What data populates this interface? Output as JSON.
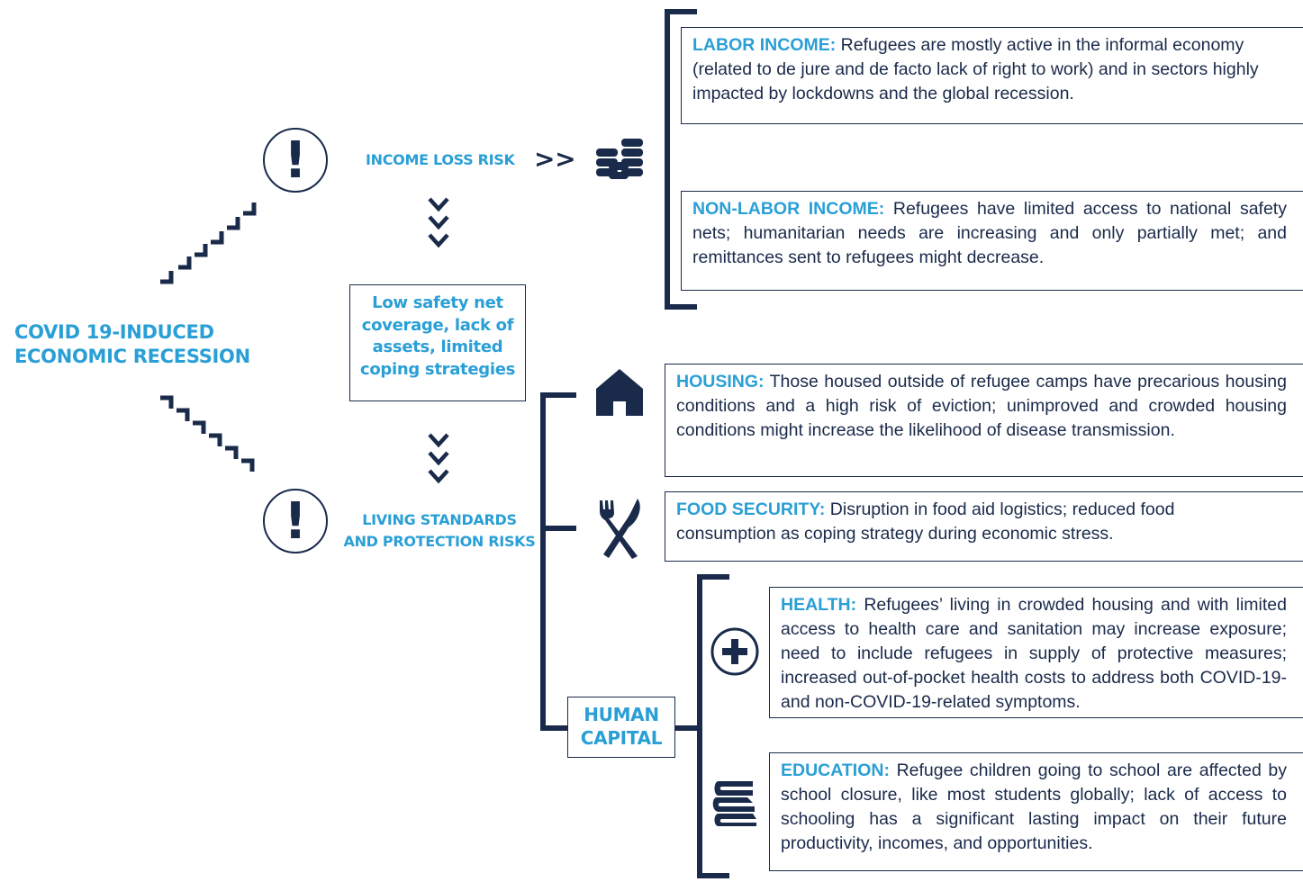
{
  "left_label": {
    "line1": "COVID 19-INDUCED",
    "line2": "ECONOMIC RECESSION"
  },
  "income_loss": {
    "label": "INCOME LOSS RISK",
    "arrow": ">>",
    "icon": "coins-icon"
  },
  "alert_glyph": "!",
  "mid_box": {
    "lines": [
      "Low safety net",
      "coverage, lack of",
      "assets, limited",
      "coping strategies"
    ]
  },
  "living_standards": {
    "line1": "LIVING STANDARDS",
    "line2": "AND PROTECTION RISKS"
  },
  "human_capital": {
    "line1": "HUMAN",
    "line2": "CAPITAL"
  },
  "boxes": {
    "labor": {
      "head": "LABOR INCOME:",
      "text": " Refugees are mostly active in the informal economy (related to de jure and de facto lack of right to work) and in sectors highly impacted by lockdowns and the global recession."
    },
    "nonlabor": {
      "head": "NON-LABOR INCOME:",
      "text": " Refugees have limited access to national safety nets; humanitarian needs are increasing and only partially met; and remittances sent to refugees might decrease."
    },
    "housing": {
      "head": "HOUSING:",
      "text": " Those housed outside of refugee camps have precarious housing conditions and a high risk of eviction; unimproved and crowded housing conditions might increase the likelihood of disease transmission."
    },
    "food": {
      "head": "FOOD SECURITY:",
      "text": " Disruption in food aid logistics; reduced food consumption as coping strategy during economic stress."
    },
    "health": {
      "head": "HEALTH:",
      "text": " Refugees’ living in crowded housing and with limited access to health care and sanitation may increase exposure; need to include refugees in supply of protective measures; increased out-of-pocket health costs to address both COVID-19- and non-COVID-19-related symptoms."
    },
    "education": {
      "head": "EDUCATION:",
      "text": " Refugee children going to school are affected by school closure, like most students globally; lack of access to schooling has a significant lasting impact on their future productivity, incomes, and opportunities."
    }
  },
  "colors": {
    "navy": "#1a2a4a",
    "accent": "#2a9fd6"
  }
}
